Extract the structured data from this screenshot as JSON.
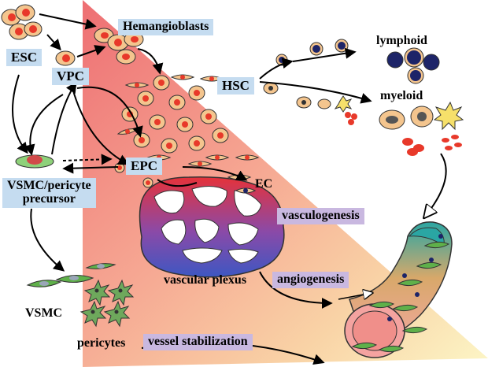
{
  "labels": {
    "esc": "ESC",
    "vpc": "VPC",
    "hemangioblasts": "Hemangioblasts",
    "hsc": "HSC",
    "lymphoid": "lymphoid",
    "myeloid": "myeloid",
    "epc": "EPC",
    "ec": "EC",
    "vsmc_pericyte_precursor_line1": "VSMC/pericyte",
    "vsmc_pericyte_precursor_line2": "precursor",
    "vasculogenesis": "vasculogenesis",
    "vascular_plexus": "vascular plexus",
    "angiogenesis": "angiogenesis",
    "vsmc": "VSMC",
    "pericytes": "pericytes",
    "vessel_stabilization": "vessel stabilization"
  },
  "colors": {
    "triangle_top": "#f07f82",
    "triangle_bottom": "#fbf5c2",
    "label_box": "#c5dcf0",
    "process_box": "#c9b8e0",
    "cell_fill": "#f4c58e",
    "nucleus_red": "#e8392a",
    "nucleus_navy": "#1d2468",
    "vsmc_green": "#5fb04a",
    "vessel_teal": "#2aa6a3"
  }
}
